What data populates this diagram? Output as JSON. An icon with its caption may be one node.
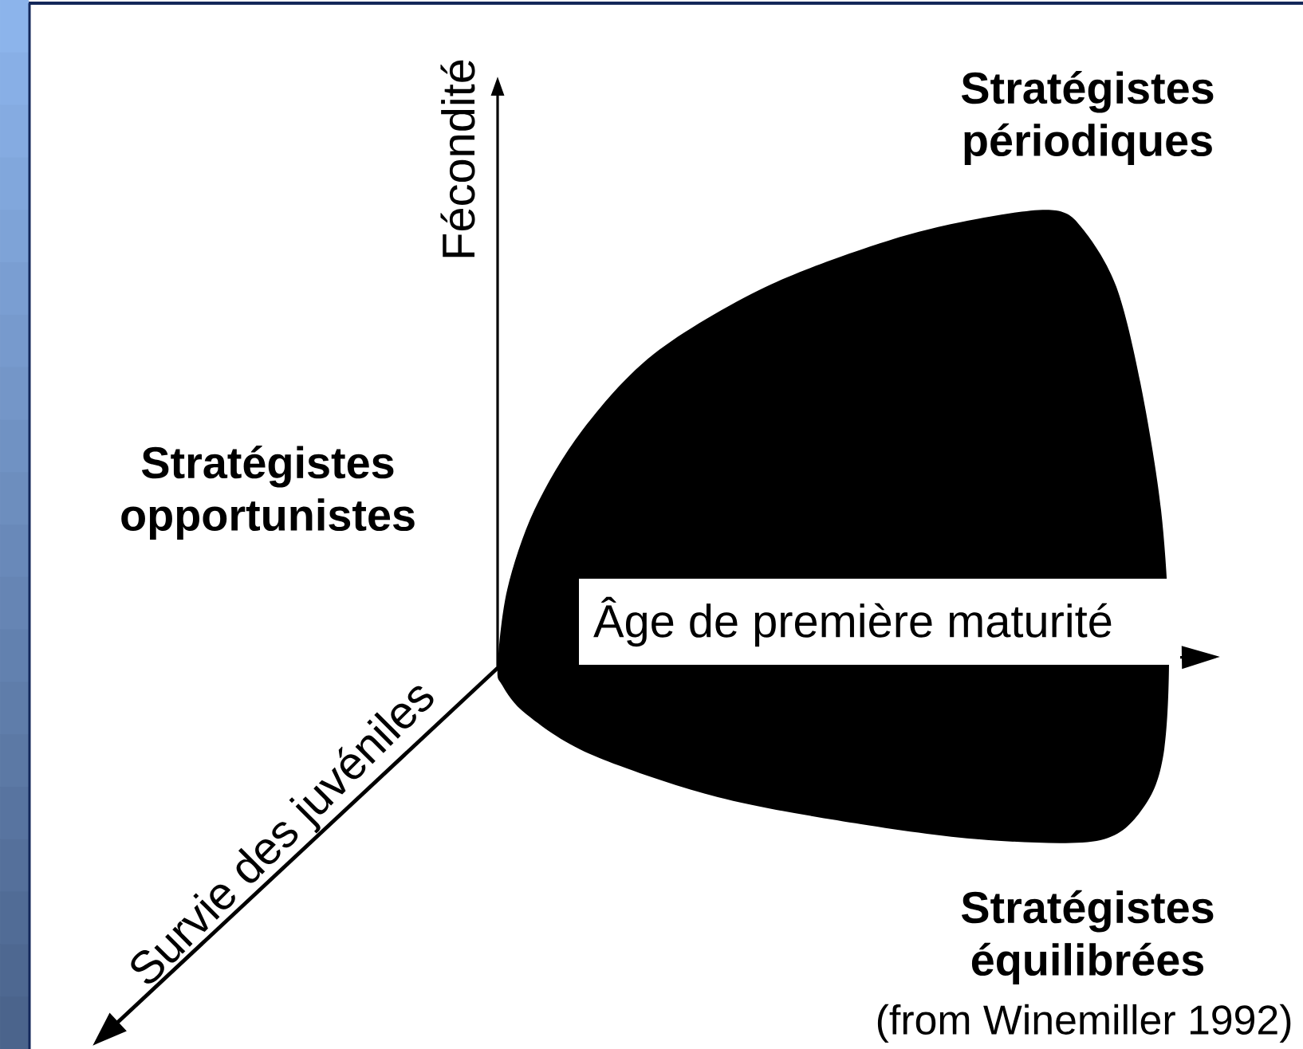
{
  "diagram": {
    "labels": [
      "Fécondité",
      "Stratégistes périodiques",
      "Stratégistes opportunistes",
      "Âge de première maturité",
      "Survie des juvéniles",
      "Stratégistes équilibrées",
      "(from Winemiller 1992)"
    ]
  }
}
